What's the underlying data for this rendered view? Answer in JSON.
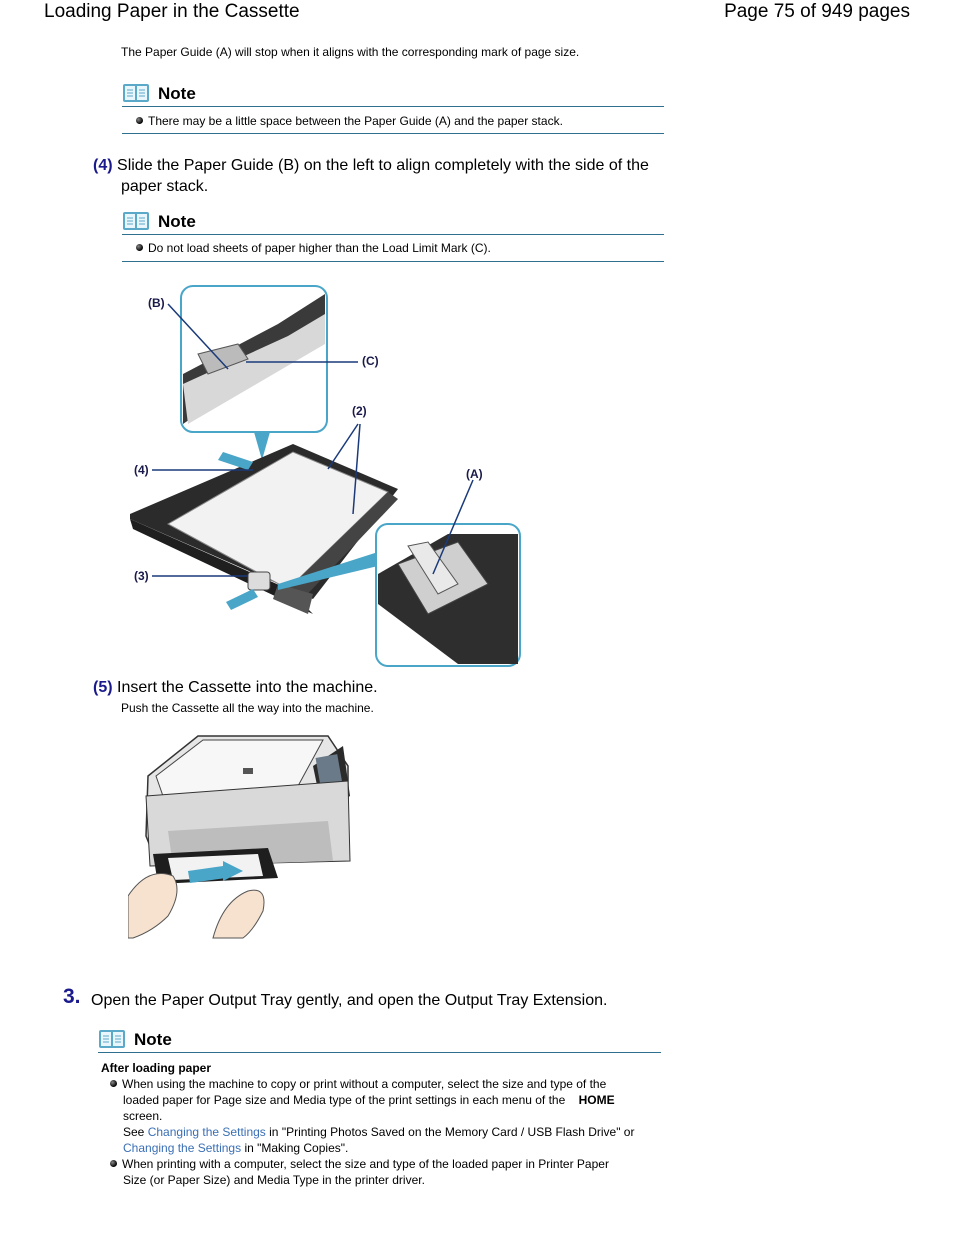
{
  "header": {
    "title": "Loading Paper in the Cassette",
    "page_info": "Page 75 of 949 pages"
  },
  "intro": {
    "text": "The Paper Guide (A) will stop when it aligns with the corresponding mark of page size."
  },
  "note1": {
    "label": "Note",
    "bullet": "There may be a little space between the Paper Guide (A) and the paper stack."
  },
  "step4": {
    "num": "(4)",
    "line1": "Slide the Paper Guide (B) on the left to align completely with the side of the",
    "line2": "paper stack."
  },
  "note2": {
    "label": "Note",
    "bullet": "Do not load sheets of paper higher than the Load Limit Mark (C)."
  },
  "figure1": {
    "label_b": "(B)",
    "label_c": "(C)",
    "label_2": "(2)",
    "label_4": "(4)",
    "label_a": "(A)",
    "label_3": "(3)"
  },
  "step5": {
    "num": "(5)",
    "text": "Insert the Cassette into the machine.",
    "sub": "Push the Cassette all the way into the machine."
  },
  "step3": {
    "num": "3.",
    "text": "Open the Paper Output Tray gently, and open the Output Tray Extension."
  },
  "note3": {
    "label": "Note",
    "heading": "After loading paper",
    "b1_l1": "When using the machine to copy or print without a computer, select the size and type of the",
    "b1_l2a": "loaded paper for Page size and Media type of the print settings in each menu of the",
    "b1_l2b": "HOME",
    "b1_l3": "screen.",
    "b1_l4a": "See",
    "b1_l4link": "Changing the Settings",
    "b1_l4b": "in \"Printing Photos Saved on the Memory Card / USB Flash Drive\" or",
    "b1_l5link": "Changing the Settings",
    "b1_l5b": "in \"Making Copies\".",
    "b2_l1": "When printing with a computer, select the size and type of the loaded paper in Printer Paper",
    "b2_l2": "Size (or Paper Size) and Media Type in the printer driver."
  },
  "colors": {
    "accent_blue": "#1a1a8c",
    "link": "#3a6fb5",
    "rule": "#2f6f8f",
    "callout_teal": "#4aa6c8"
  }
}
